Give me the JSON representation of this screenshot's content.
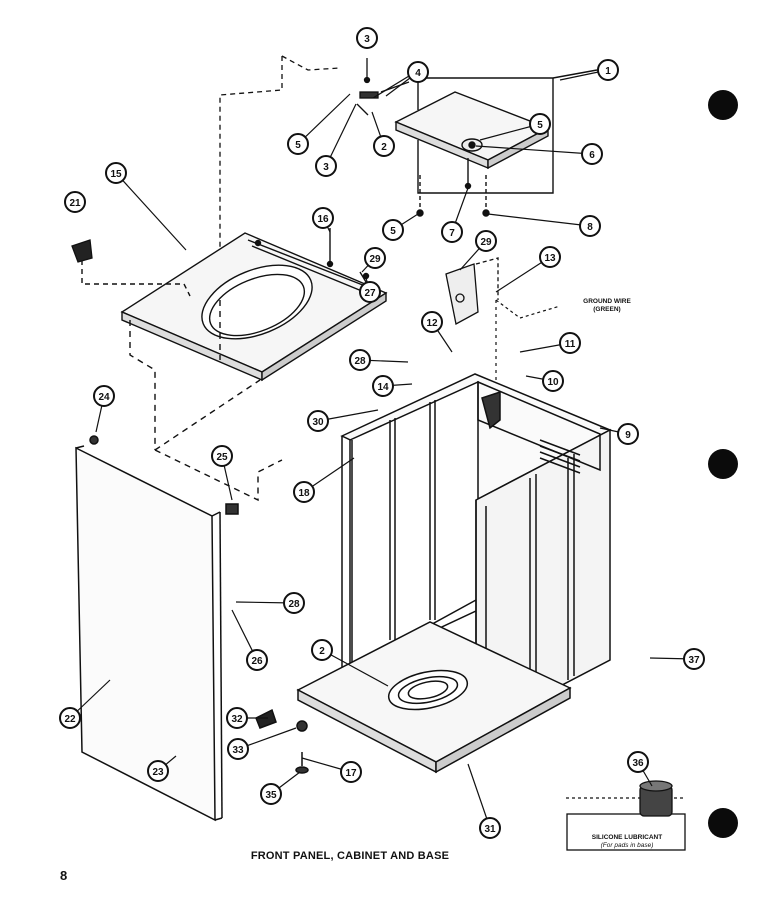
{
  "caption": "FRONT PANEL, CABINET AND BASE",
  "page_number": "8",
  "ground_wire": {
    "line1": "GROUND WIRE",
    "line2": "(GREEN)"
  },
  "lubricant": {
    "line1": "SILICONE LUBRICANT",
    "line2": "(For pads in base)"
  },
  "callouts": [
    "1",
    "2",
    "3",
    "3",
    "4",
    "5",
    "5",
    "5",
    "6",
    "7",
    "8",
    "9",
    "10",
    "11",
    "12",
    "13",
    "14",
    "15",
    "16",
    "17",
    "18",
    "21",
    "22",
    "23",
    "24",
    "25",
    "26",
    "27",
    "28",
    "28",
    "29",
    "29",
    "30",
    "31",
    "32",
    "33",
    "35",
    "36",
    "37",
    "2"
  ],
  "colors": {
    "ink": "#111111",
    "paper": "#ffffff",
    "panel_fill": "#f6f6f6"
  }
}
